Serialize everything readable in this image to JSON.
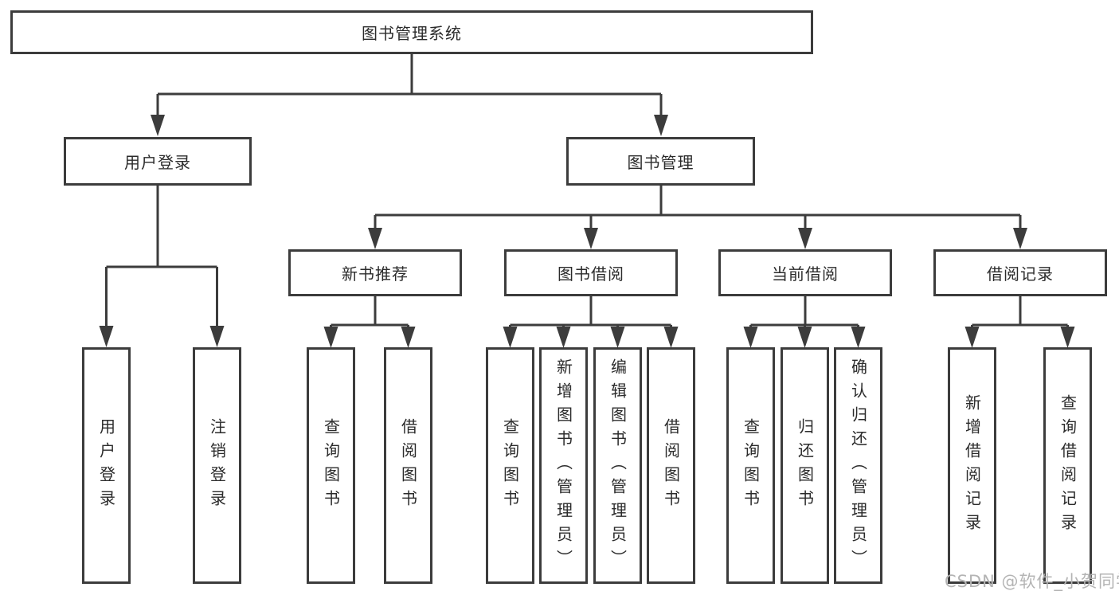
{
  "root": {
    "label": "图书管理系统"
  },
  "level2": [
    {
      "label": "用户登录"
    },
    {
      "label": "图书管理"
    }
  ],
  "login_children": [
    {
      "label": "用户登录"
    },
    {
      "label": "注销登录"
    }
  ],
  "mgmt_groups": [
    {
      "label": "新书推荐",
      "children": [
        {
          "label": "查询图书"
        },
        {
          "label": "借阅图书"
        }
      ]
    },
    {
      "label": "图书借阅",
      "children": [
        {
          "label": "查询图书"
        },
        {
          "label": "新增图书（管理员）"
        },
        {
          "label": "编辑图书（管理员）"
        },
        {
          "label": "借阅图书"
        }
      ]
    },
    {
      "label": "当前借阅",
      "children": [
        {
          "label": "查询图书"
        },
        {
          "label": "归还图书"
        },
        {
          "label": "确认归还（管理员）"
        }
      ]
    },
    {
      "label": "借阅记录",
      "children": [
        {
          "label": "新增借阅记录"
        },
        {
          "label": "查询借阅记录"
        }
      ]
    }
  ],
  "watermark": "CSDN @软件_小贺同学",
  "colors": {
    "line": "#3c3c3c",
    "text": "#2b2b2b",
    "watermark": "#b4b4b4",
    "background": "#ffffff"
  }
}
